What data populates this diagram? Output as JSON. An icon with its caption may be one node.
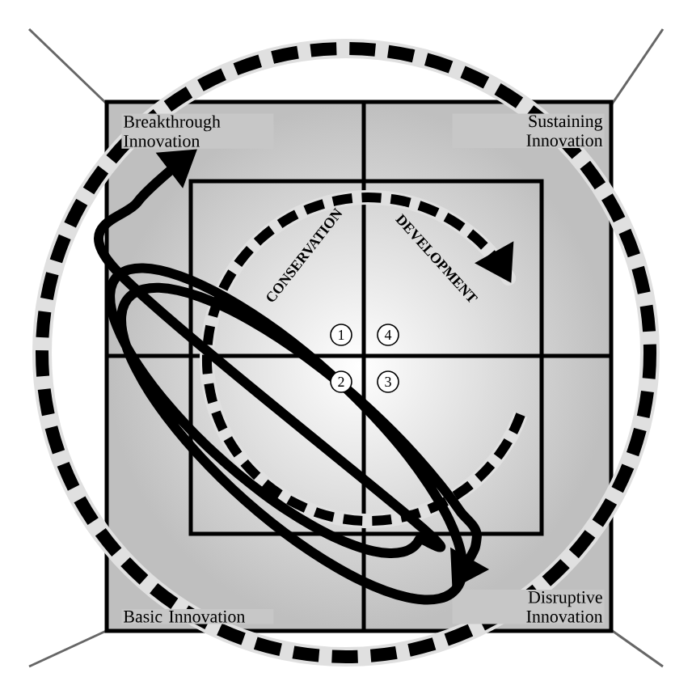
{
  "diagram": {
    "nodes": [
      {
        "text": [
          "Breakthrough Innovation"
        ]
      },
      {
        "text": [
          "Sustaining Innovation"
        ]
      },
      {
        "text": [
          "Basic Innovation"
        ]
      },
      {
        "text": [
          "Disruptive Innovation"
        ]
      }
    ],
    "edges": [
      {
        "from": 3,
        "to": 0,
        "arrow": "both"
      }
    ],
    "labels": [
      "CONSERVATION",
      "DEVELOPMENT",
      "1",
      "4",
      "2",
      "3"
    ]
  }
}
